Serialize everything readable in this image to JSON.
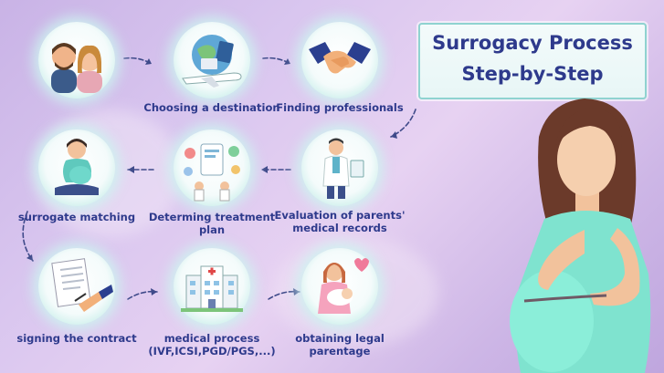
{
  "title": {
    "line1": "Surrogacy Process",
    "line2": "Step-by-Step"
  },
  "steps": [
    {
      "label": "",
      "icon": "couple-icon"
    },
    {
      "label": "Choosing a destination",
      "icon": "airplane-passport-icon"
    },
    {
      "label": "Finding professionals",
      "icon": "handshake-icon"
    },
    {
      "label": "Evaluation of parents' medical records",
      "icon": "doctor-icon"
    },
    {
      "label": "Determing treatment plan",
      "icon": "medical-planning-icon"
    },
    {
      "label": "surrogate matching",
      "icon": "pregnant-woman-icon"
    },
    {
      "label": "signing the contract",
      "icon": "contract-signing-icon"
    },
    {
      "label": "medical process (IVF,ICSI,PGD/PGS,...)",
      "icon": "hospital-icon"
    },
    {
      "label": "obtaining legal parentage",
      "icon": "mother-baby-icon"
    }
  ],
  "colors": {
    "label_text": "#2e3a8c",
    "arrow": "#3f4a8a",
    "title_border": "#8fd3d0",
    "pregnant_dress": "#7fe3cf",
    "hair": "#6b3a2a"
  }
}
